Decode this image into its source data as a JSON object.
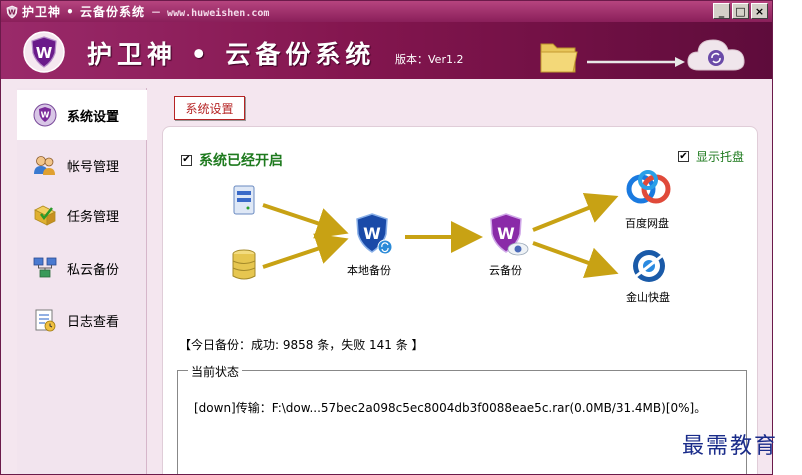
{
  "window": {
    "title": "护卫神 • 云备份系统",
    "url": "－ www.huweishen.com",
    "min": "_",
    "max": "□",
    "close": "×"
  },
  "header": {
    "app_title": "护卫神 • 云备份系统",
    "version": "版本：Ver1.2"
  },
  "sidebar": {
    "items": [
      {
        "label": "系统设置",
        "icon": "shield-badge-icon"
      },
      {
        "label": "帐号管理",
        "icon": "users-icon"
      },
      {
        "label": "任务管理",
        "icon": "task-icon"
      },
      {
        "label": "私云备份",
        "icon": "network-icon"
      },
      {
        "label": "日志查看",
        "icon": "log-icon"
      }
    ]
  },
  "content": {
    "tab_label": "系统设置",
    "system_on_label": "系统已经开启",
    "system_on_checked": true,
    "tray_label": "显示托盘",
    "tray_checked": true,
    "diagram": {
      "local_backup": "本地备份",
      "cloud_backup": "云备份",
      "baidu": "百度网盘",
      "kingsoft": "金山快盘"
    },
    "stats": "【今日备份：成功: 9858 条，失败 141 条 】",
    "status_title": "当前状态",
    "status_text": "[down]传输：F:\\dow...57bec2a098c5ec8004db3f0088eae5c.rar(0.0MB/31.4MB)[0%]。"
  },
  "watermark": "最需教育",
  "colors": {
    "header": "#84164f",
    "green_text": "#1e7a1e",
    "tab_red": "#b62424",
    "arrow": "#c8a214"
  }
}
